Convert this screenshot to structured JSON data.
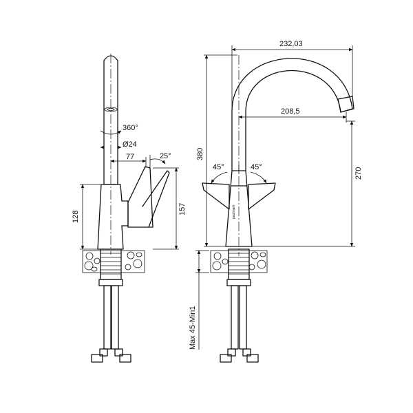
{
  "labels": {
    "rotation": "360°",
    "diameter": "Ø24",
    "reach_side": "77",
    "handle_angle": "25°",
    "base_height": "128",
    "lever_height": "157",
    "width_total": "232,03",
    "spout_reach": "208,5",
    "height_total": "380",
    "spout_height": "270",
    "angle_left": "45°",
    "angle_right": "45°",
    "mount_thickness": "Max 45-Min1",
    "brand": "paulmark"
  },
  "colors": {
    "stroke": "#111111",
    "background": "#ffffff"
  }
}
